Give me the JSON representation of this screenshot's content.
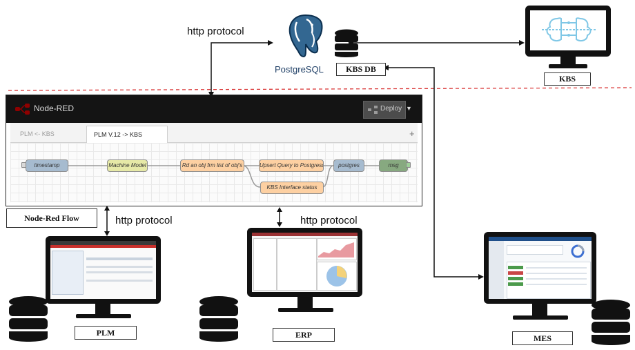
{
  "top": {
    "http_label": "http protocol",
    "postgres_label": "PostgreSQL",
    "kbs_db_label": "KBS DB",
    "kbs_label": "KBS"
  },
  "nodered": {
    "title": "Node-RED",
    "deploy_label": "Deploy",
    "tabs": [
      "PLM <- KBS",
      "PLM V.12 -> KBS"
    ],
    "add_tab": "+",
    "nodes": [
      "timestamp",
      "Machine Model",
      "Rd an obj frm list of obj's",
      "Upsert Query to Postgresql",
      "postgres",
      "msg",
      "KBS Interface status"
    ],
    "caption": "Node-Red Flow"
  },
  "bottom": {
    "plm_http": "http protocol",
    "erp_http": "http protocol",
    "plm_label": "PLM",
    "erp_label": "ERP",
    "mes_label": "MES"
  },
  "colors": {
    "dashed_line": "#d93636",
    "node_header": "#141414",
    "node_blue": "#a6bbcf",
    "node_yellow": "#e6e9a7",
    "node_orange": "#fdd0a2",
    "node_green": "#87a980"
  },
  "icons": [
    "elephant-icon",
    "database-icon",
    "brain-circuit-icon",
    "node-red-logo-icon",
    "arrow-icon"
  ]
}
